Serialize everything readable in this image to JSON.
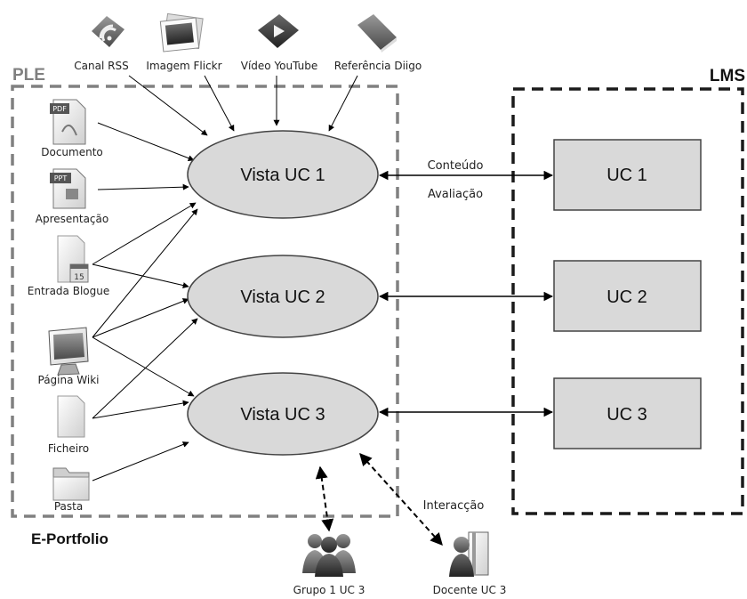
{
  "ple_label": "PLE",
  "lms_label": "LMS",
  "eportfolio_label": "E-Portfolio",
  "top_sources": [
    {
      "label": "Canal RSS",
      "icon": "rss-icon"
    },
    {
      "label": "Imagem Flickr",
      "icon": "photo-icon"
    },
    {
      "label": "Vídeo YouTube",
      "icon": "video-icon"
    },
    {
      "label": "Referência Diigo",
      "icon": "book-icon"
    }
  ],
  "left_items": [
    {
      "label": "Documento",
      "icon": "pdf-icon"
    },
    {
      "label": "Apresentação",
      "icon": "ppt-icon"
    },
    {
      "label": "Entrada Blogue",
      "icon": "blog-calendar-icon"
    },
    {
      "label": "Página Wiki",
      "icon": "monitor-icon"
    },
    {
      "label": "Ficheiro",
      "icon": "file-icon"
    },
    {
      "label": "Pasta",
      "icon": "folder-icon"
    }
  ],
  "views": [
    "Vista UC 1",
    "Vista UC 2",
    "Vista UC 3"
  ],
  "ucs": [
    "UC 1",
    "UC 2",
    "UC 3"
  ],
  "conteudo_label": "Conteúdo",
  "avaliacao_label": "Avaliação",
  "interaccao_label": "Interacção",
  "group": {
    "label": "Grupo 1 UC 3",
    "icon": "users-group-icon"
  },
  "teacher": {
    "label": "Docente UC 3",
    "icon": "teacher-book-icon"
  },
  "colors": {
    "ellipse_fill": "#d9d9d9",
    "box_fill": "#d9d9d9",
    "ple_border": "#808080",
    "lms_border": "#1a1a1a",
    "ple_text": "#808080"
  }
}
